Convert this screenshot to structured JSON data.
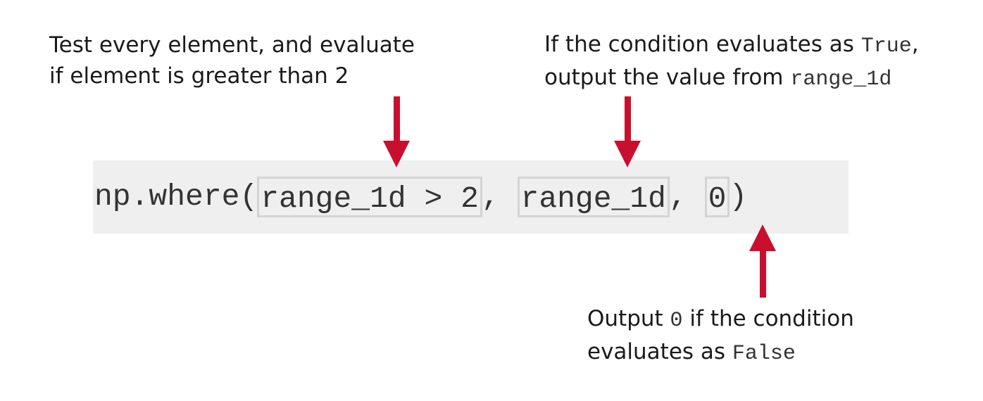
{
  "annotations": {
    "condition": {
      "line1": "Test every element, and evaluate",
      "line2": "if element is greater than 2"
    },
    "true_value": {
      "line1_text": "If the condition evaluates as ",
      "line1_code": "True",
      "line1_suffix": ",",
      "line2_text": "output the value from ",
      "line2_code": "range_1d"
    },
    "false_value": {
      "line1_prefix": "Output ",
      "line1_code": "0",
      "line1_text": " if the condition",
      "line2_text": "evaluates as ",
      "line2_code": "False"
    }
  },
  "code": {
    "func": "np.where(",
    "arg_condition": "range_1d > 2",
    "sep1": ", ",
    "arg_true": "range_1d",
    "sep2": ", ",
    "arg_false": "0",
    "close": ")"
  },
  "colors": {
    "arrow": "#c8102e",
    "code_background": "#efefef",
    "arg_border": "#d4d4d4"
  }
}
